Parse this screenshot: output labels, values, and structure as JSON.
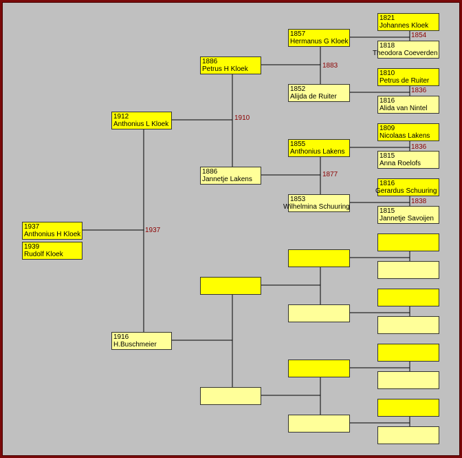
{
  "persons": {
    "p1_a": {
      "year": "1937",
      "name": "Anthonius H Kloek"
    },
    "p1_b": {
      "year": "1939",
      "name": "Rudolf Kloek"
    },
    "father": {
      "year": "1912",
      "name": "Anthonius L Kloek"
    },
    "mother": {
      "year": "1916",
      "name": "H.Buschmeier"
    },
    "ff": {
      "year": "1886",
      "name": "Petrus H Kloek"
    },
    "fm": {
      "year": "1886",
      "name": "Jannetje Lakens"
    },
    "fff": {
      "year": "1857",
      "name": "Hermanus G Kloek"
    },
    "ffm": {
      "year": "1852",
      "name": "Alijda de Ruiter"
    },
    "fmf": {
      "year": "1855",
      "name": "Anthonius Lakens"
    },
    "fmm": {
      "year": "1853",
      "name": "Wilhelmina Schuuring"
    },
    "ffff": {
      "year": "1821",
      "name": "Johannes Kloek"
    },
    "fffm": {
      "year": "1818",
      "name": "Theodora Coeverden"
    },
    "ffmf": {
      "year": "1810",
      "name": "Petrus de Ruiter"
    },
    "ffmm": {
      "year": "1816",
      "name": "Alida van Nintel"
    },
    "fmff": {
      "year": "1809",
      "name": "Nicolaas Lakens"
    },
    "fmfm": {
      "year": "1815",
      "name": "Anna Roelofs"
    },
    "fmmf": {
      "year": "1816",
      "name": "Gerardus Schuuring"
    },
    "fmmm": {
      "year": "1815",
      "name": "Jannetje Savoijen"
    }
  },
  "marriages": {
    "m_parents": "1937",
    "m_ff": "1910",
    "m_fff": "1883",
    "m_fmf": "1877",
    "m_ffff": "1854",
    "m_ffmf": "1836",
    "m_fmff": "1836",
    "m_fmmf": "1838"
  },
  "colors": {
    "male": "#ffff00",
    "female": "#ffff99",
    "marriage_year": "#8b0000",
    "background": "#c0c0c0",
    "border": "#7a0a0a"
  }
}
